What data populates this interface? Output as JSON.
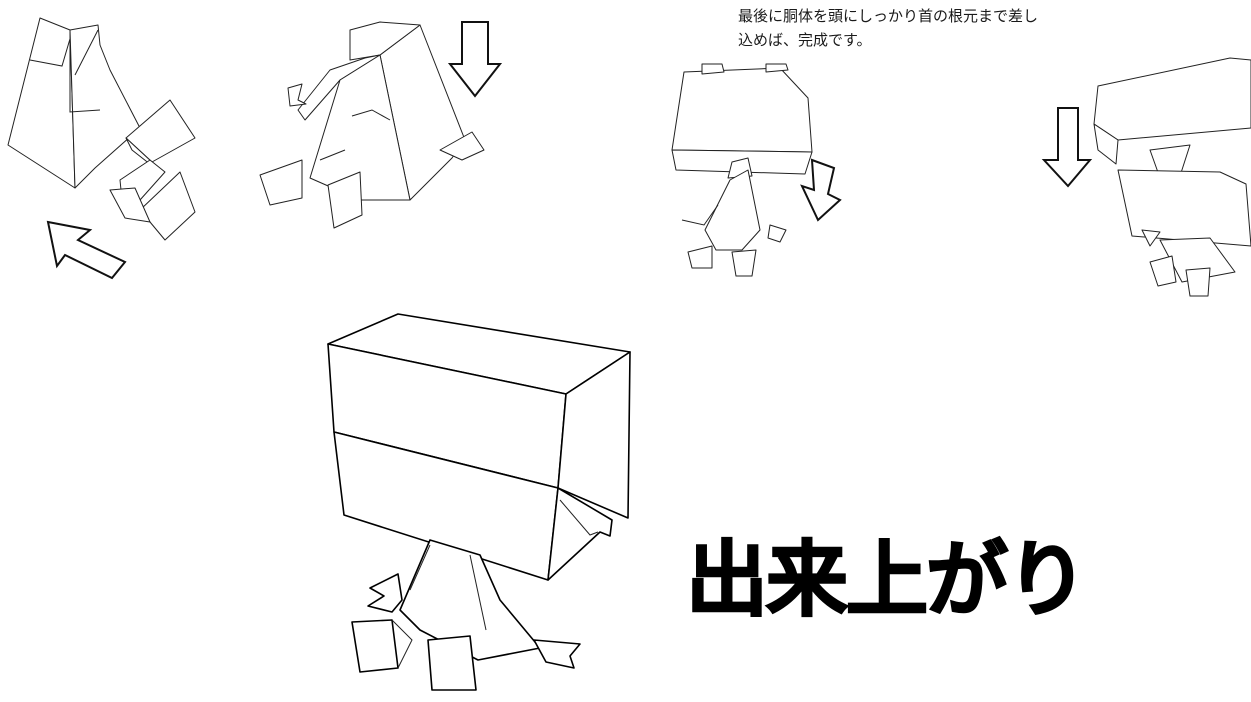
{
  "instruction": {
    "line1": "最後に胴体を頭にしっかり首の根元まで差し",
    "line2": "込めば、完成です。"
  },
  "title": "出来上がり",
  "arrows": {
    "step1": "arrow-up-left",
    "step2": "arrow-down",
    "step3": "arrow-down",
    "step4": "arrow-down"
  }
}
